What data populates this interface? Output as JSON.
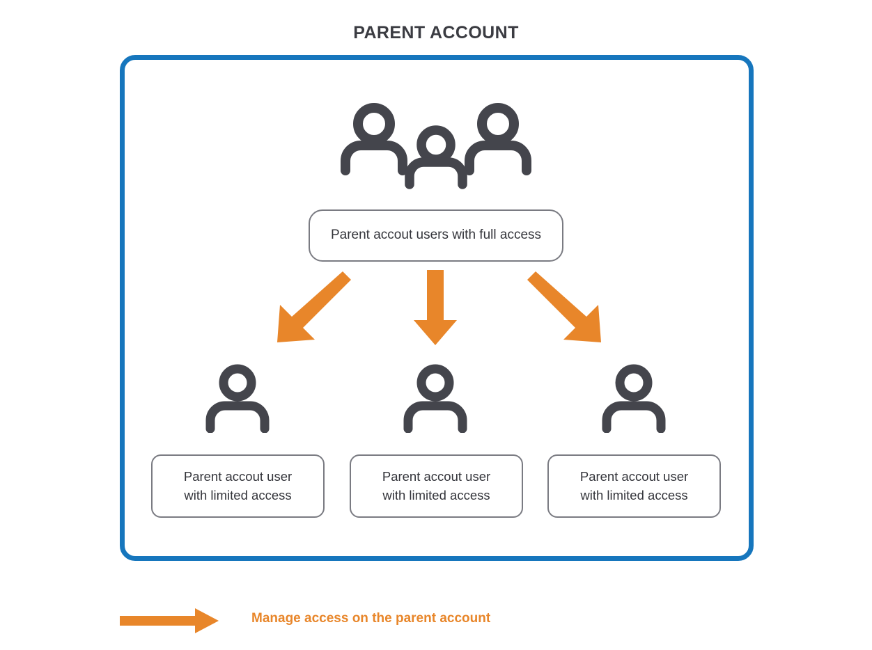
{
  "diagram": {
    "title": "PARENT ACCOUNT",
    "type": "hierarchy-diagram",
    "colors": {
      "frame_blue": "#1676bd",
      "arrow_orange": "#e8862a",
      "icon_gray": "#44454c",
      "box_border_gray": "#7a7b82",
      "title_gray": "#3b3c42",
      "background": "#ffffff"
    }
  },
  "top_node": {
    "icon": "group-of-three-users-icon",
    "label": "Parent accout users with full access"
  },
  "child_nodes": [
    {
      "icon": "single-user-icon",
      "label_line1": "Parent accout user",
      "label_line2": "with limited access"
    },
    {
      "icon": "single-user-icon",
      "label_line1": "Parent accout user",
      "label_line2": "with limited access"
    },
    {
      "icon": "single-user-icon",
      "label_line1": "Parent accout user",
      "label_line2": "with limited access"
    }
  ],
  "connectors": [
    {
      "name": "arrow-down-left",
      "direction": "down-left"
    },
    {
      "name": "arrow-down",
      "direction": "down"
    },
    {
      "name": "arrow-down-right",
      "direction": "down-right"
    }
  ],
  "legend": {
    "icon": "right-arrow-icon",
    "text": "Manage access on the parent account"
  }
}
